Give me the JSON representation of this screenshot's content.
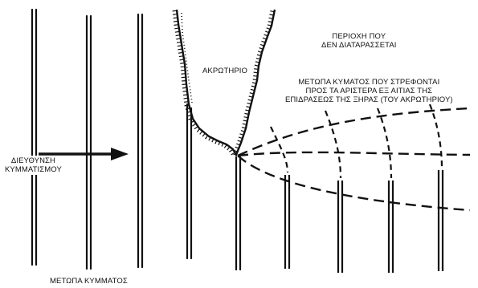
{
  "labels": {
    "cape": "ΑΚΡΩΤΗΡΙΟ",
    "undisturbed_area": [
      "ΠΕΡΙΟΧΗ ΠΟΥ",
      "ΔΕΝ ΔΙΑΤΑΡΑΣΣΕΤΑΙ"
    ],
    "refracted_wave_fronts": [
      "ΜΕΤΩΠΑ ΚΥΜΑΤΟΣ ΠΟΥ ΣΤΡΕΦΟΝΤΑΙ",
      "ΠΡΟΣ ΤΑ ΑΡΙΣΤΕΡΑ ΕΞ ΑΙΤΙΑΣ ΤΗΣ",
      "ΕΠΙΔΡΑΣΕΩΣ ΤΗΣ ΞΗΡΑΣ (ΤΟΥ ΑΚΡΩΤΗΡΙΟΥ)"
    ],
    "wave_direction": [
      "ΔΙΕΥΘΥΝΣΗ",
      "ΚΥΜΜΑΤΙΣΜΟΥ"
    ],
    "wave_fronts": "ΜΕΤΩΠΑ ΚΥΜΜΑΤΟΣ"
  }
}
